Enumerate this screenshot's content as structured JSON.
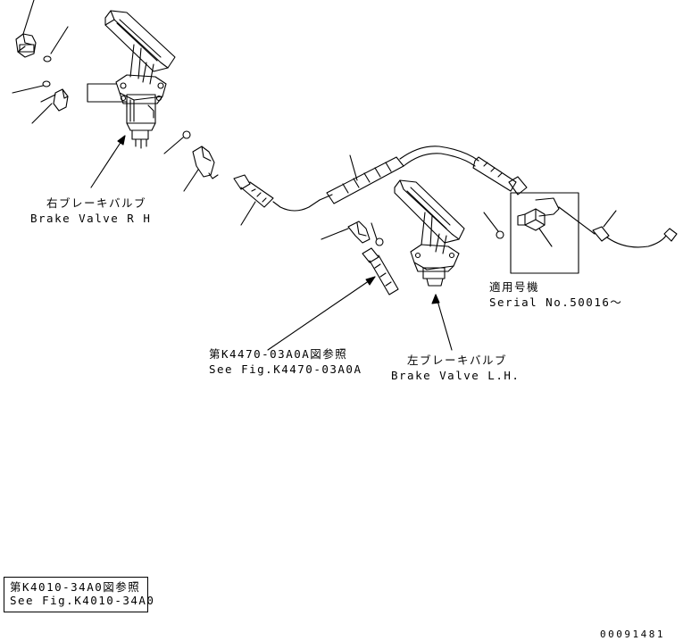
{
  "labels": {
    "brake_valve_rh_jp": "右ブレーキバルブ",
    "brake_valve_rh_en": "Brake Valve R H",
    "see_fig_a_jp": "第K4470-03A0A図参照",
    "see_fig_a_en": "See Fig.K4470-03A0A",
    "brake_valve_lh_jp": "左ブレーキバルブ",
    "brake_valve_lh_en": "Brake Valve L.H.",
    "serial_jp": "適用号機",
    "serial_en": "Serial No.50016～",
    "see_fig_b_jp": "第K4010-34A0図参照",
    "see_fig_b_en": "See Fig.K4010-34A0",
    "drawing_number": "00091481"
  }
}
